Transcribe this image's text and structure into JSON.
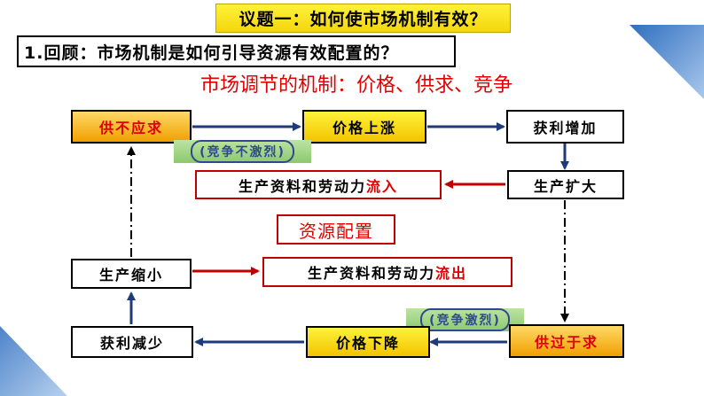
{
  "title": "议题一：如何使市场机制有效？",
  "question": "1.回顾：市场机制是如何引导资源有效配置的？",
  "subtitle": "市场调节的机制：价格、供求、竞争",
  "nodes": {
    "shortage": "供不应求",
    "price_up": "价格上涨",
    "profit_up": "获利增加",
    "expand": "生产扩大",
    "inflow_prefix": "生产资料和劳动力",
    "inflow_suffix": "流入",
    "allocation": "资源配置",
    "outflow_prefix": "生产资料和劳动力",
    "outflow_suffix": "流出",
    "shrink": "生产缩小",
    "surplus": "供过于求",
    "price_down": "价格下降",
    "profit_down": "获利减少"
  },
  "tags": {
    "weak_competition": "(竞争不激烈)",
    "fierce_competition": "(竞争激烈)"
  },
  "colors": {
    "navy_arrow": "#1f3a7a",
    "red_arrow": "#c00000",
    "accent_blue": "#3a77c9"
  }
}
